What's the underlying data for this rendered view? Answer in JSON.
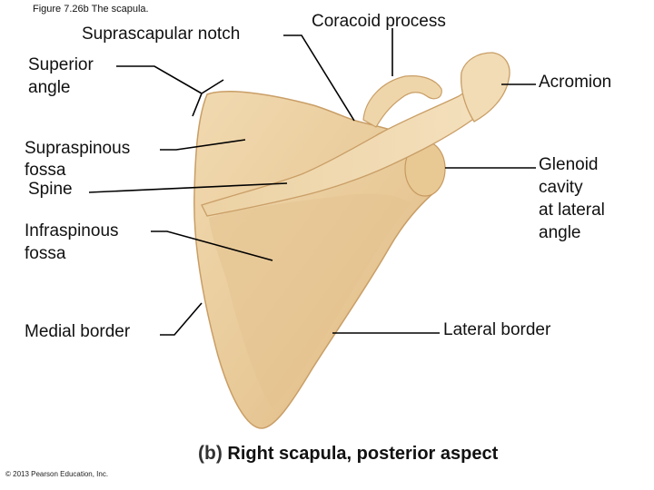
{
  "figure": {
    "title": "Figure 7.26b  The scapula.",
    "caption_letter": "(b)",
    "caption": "Right scapula, posterior aspect",
    "copyright": "© 2013 Pearson Education, Inc."
  },
  "labels": {
    "suprascapular_notch": "Suprascapular notch",
    "coracoid_process": "Coracoid process",
    "superior_angle_1": "Superior",
    "superior_angle_2": "angle",
    "acromion": "Acromion",
    "supraspinous_fossa_1": "Supraspinous",
    "supraspinous_fossa_2": "fossa",
    "spine": "Spine",
    "glenoid_cavity_1": "Glenoid",
    "glenoid_cavity_2": "cavity",
    "glenoid_cavity_3": "at lateral",
    "glenoid_cavity_4": "angle",
    "infraspinous_fossa_1": "Infraspinous",
    "infraspinous_fossa_2": "fossa",
    "medial_border": "Medial border",
    "lateral_border": "Lateral border"
  },
  "colors": {
    "bone_light": "#f2ddb6",
    "bone_mid": "#e6c796",
    "bone_shadow": "#cfa56c",
    "leader": "#000000"
  }
}
